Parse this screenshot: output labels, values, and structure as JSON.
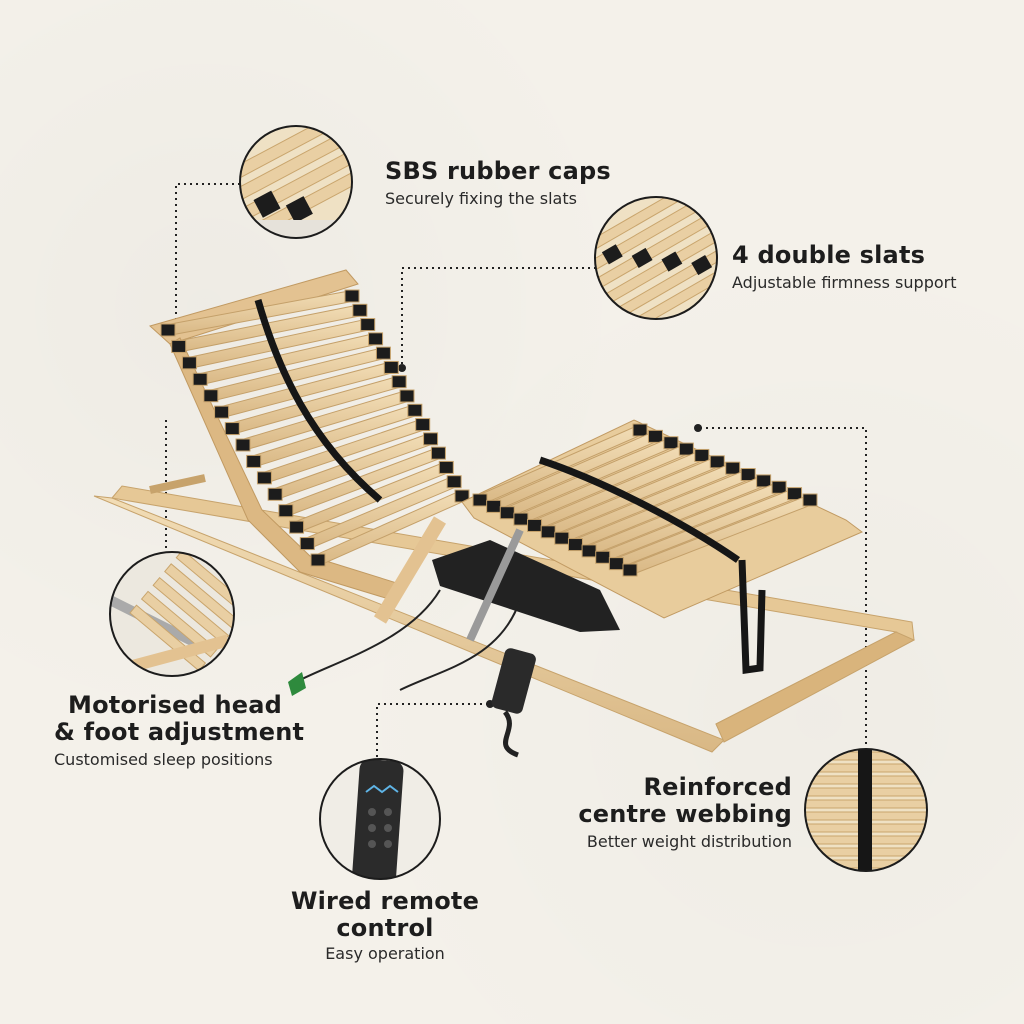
{
  "features": {
    "rubber_caps": {
      "title": "SBS rubber caps",
      "subtitle": "Securely fixing the slats"
    },
    "double_slats": {
      "title": "4 double slats",
      "subtitle": "Adjustable firmness support"
    },
    "motorised": {
      "title_line1": "Motorised head",
      "title_line2": "& foot adjustment",
      "subtitle": "Customised sleep positions"
    },
    "remote": {
      "title": "Wired remote control",
      "subtitle": "Easy operation"
    },
    "webbing": {
      "title_line1": "Reinforced",
      "title_line2": "centre webbing",
      "subtitle": "Better weight distribution"
    }
  },
  "icons": {
    "rubber_caps_detail": "slat-cap-closeup-icon",
    "double_slats_detail": "double-slat-closeup-icon",
    "motor_detail": "motor-mechanism-closeup-icon",
    "remote_detail": "remote-control-closeup-icon",
    "webbing_detail": "webbing-closeup-icon"
  },
  "colors": {
    "background": "#f4f1ea",
    "wood": "#e9cfa3",
    "cap": "#1c1c1c",
    "text": "#1d1d1d"
  }
}
